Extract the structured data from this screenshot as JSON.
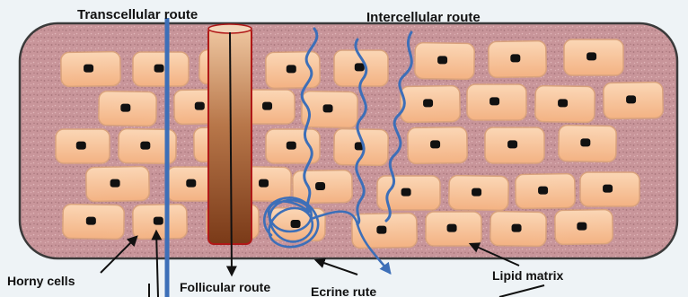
{
  "diagram": {
    "labels": {
      "transcellular": "Transcellular route",
      "intercellular": "Intercellular route",
      "horny_cells": "Horny cells",
      "follicular": "Follicular route",
      "ecrine": "Ecrine rute",
      "lipid_matrix": "Lipid matrix"
    },
    "colors": {
      "matrix": "#c8959a",
      "cell_fill": "#f7c39a",
      "cell_stroke": "#d9a27c",
      "nucleus": "#111111",
      "route_blue": "#3d6fb8",
      "follicle": "#a0582e",
      "follicle_outline": "#b01818",
      "border": "#3a3a3a"
    }
  }
}
